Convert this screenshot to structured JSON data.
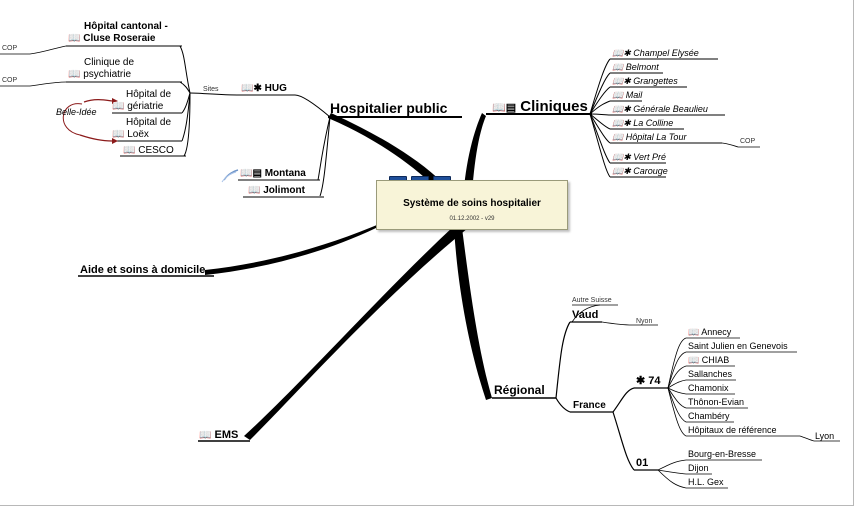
{
  "center": {
    "title": "Système de soins hospitalier",
    "date": "01.12.2002 - v29"
  },
  "branches": {
    "hospitalier_public": "Hospitalier public",
    "cliniques": "Cliniques",
    "aide_domicile": "Aide et soins à domicile",
    "ems": "EMS",
    "regional": "Régional"
  },
  "hug": {
    "label": "HUG",
    "sites_label": "Sites",
    "cop": "COP",
    "belle_idee": "Belle-Idée",
    "sites": [
      "Hôpital cantonal -",
      "Cluse Roseraie",
      "Clinique de",
      "psychiatrie",
      "Hôpital de",
      "gériatrie",
      "Hôpital de",
      "Loëx",
      "CESCO"
    ]
  },
  "public_others": [
    "Montana",
    "Jolimont"
  ],
  "cliniques": {
    "items": [
      "Champel Elysée",
      "Belmont",
      "Grangettes",
      "Mail",
      "Générale Beaulieu",
      "La Colline",
      "Hôpital La Tour",
      "Vert Pré",
      "Carouge"
    ],
    "cop": "COP"
  },
  "regional": {
    "vaud": "Vaud",
    "autre_suisse": "Autre Suisse",
    "nyon": "Nyon",
    "france": "France",
    "dept74": "74",
    "dept74_items": [
      "Annecy",
      "Saint Julien en Genevois",
      "CHIAB",
      "Sallanches",
      "Chamonix",
      "Thônon-Evian",
      "Chambéry",
      "Hôpitaux de référence"
    ],
    "lyon": "Lyon",
    "dept01": "01",
    "dept01_items": [
      "Bourg-en-Bresse",
      "Dijon",
      "H.L. Gex"
    ]
  },
  "icons": {
    "book": "📖",
    "gear": "✱",
    "doc": "▤"
  },
  "colors": {
    "center_bg": "#f8f4d8",
    "tab_blue": "#1f4f9a",
    "arrow_red": "#8b1a1a",
    "line": "#000000"
  }
}
